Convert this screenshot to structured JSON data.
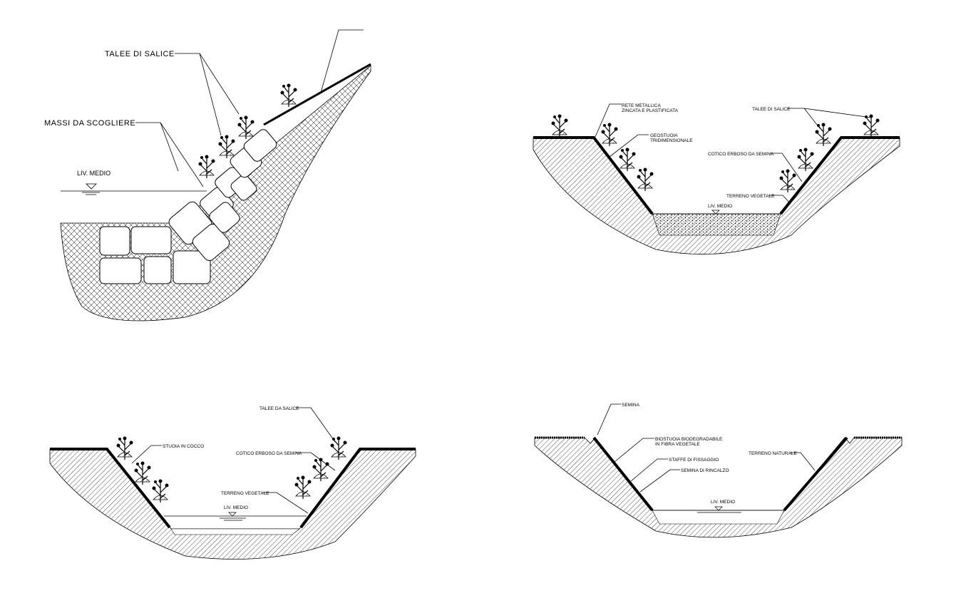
{
  "colors": {
    "ink": "#000000",
    "background": "#ffffff"
  },
  "section1": {
    "label_talee": "TALEE DI SALICE",
    "label_massi": "MASSI DA SCOGLIERE",
    "label_liv": "LIV. MEDIO"
  },
  "section2": {
    "label_rete_1": "RETE METALLICA",
    "label_rete_2": "ZINCATA E PLASTIFICATA",
    "label_geo_1": "GEOSTUOIA",
    "label_geo_2": "TRIDIMENSIONALE",
    "label_talee": "TALEE DI SALICE",
    "label_cotico": "COTICO ERBOSO DA SEMINA",
    "label_terreno": "TERRENO VEGETALE",
    "label_liv": "LIV. MEDIO"
  },
  "section3": {
    "label_talee": "TALEE DA SALICE",
    "label_stuoia": "STUOIA IN COCCO",
    "label_cotico": "COTICO ERBOSO DA SEMINA",
    "label_terreno": "TERRENO VEGETALE",
    "label_liv": "LIV. MEDIO"
  },
  "section4": {
    "label_semina": "SEMINA",
    "label_bio_1": "BIOSTUOIA BIODEGRADABILE",
    "label_bio_2": "IN FIBRA VEGETALE",
    "label_staffe": "STAFFE DI FISSAGGIO",
    "label_semina_rinc": "SEMINA DI RINCALZO",
    "label_naturale": "TERRENO NATURALE",
    "label_liv": "LIV. MEDIO"
  }
}
